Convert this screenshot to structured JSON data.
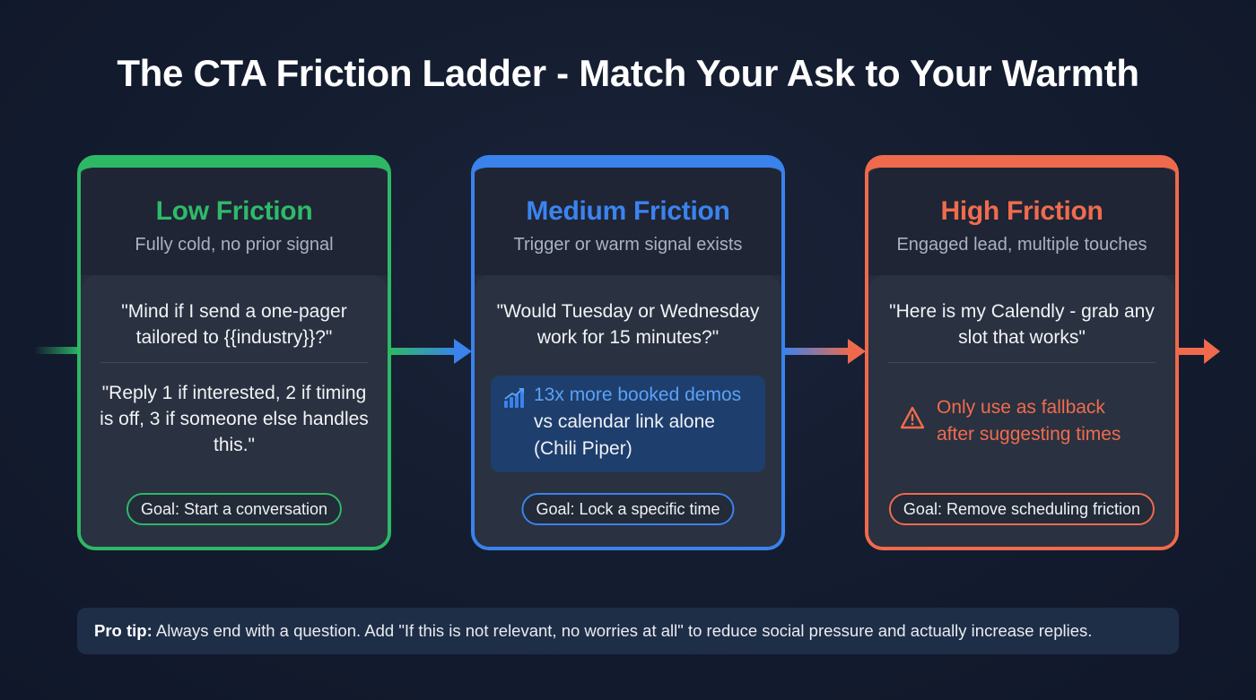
{
  "title": "The CTA Friction Ladder - Match Your Ask to Your Warmth",
  "colors": {
    "low": "#2db866",
    "medium": "#3a82ec",
    "high": "#ef6a4c",
    "background": "#131b2e"
  },
  "cards": [
    {
      "level": "low",
      "title": "Low Friction",
      "subtitle": "Fully cold, no prior signal",
      "quotes": [
        "\"Mind if I send a one-pager tailored to {{industry}}?\"",
        "\"Reply 1 if interested, 2 if timing is off, 3 if someone else handles this.\""
      ],
      "goal": "Goal: Start a conversation"
    },
    {
      "level": "medium",
      "title": "Medium Friction",
      "subtitle": "Trigger or warm signal exists",
      "quotes": [
        "\"Would Tuesday or Wednesday work for 15 minutes?\""
      ],
      "stat": {
        "icon": "chart-growth-icon",
        "line1": "13x more booked demos",
        "line2": "vs calendar link alone",
        "line3": "(Chili Piper)"
      },
      "goal": "Goal: Lock a specific time"
    },
    {
      "level": "high",
      "title": "High Friction",
      "subtitle": "Engaged lead, multiple touches",
      "quotes": [
        "\"Here is my Calendly - grab any slot that works\""
      ],
      "warning": {
        "icon": "warning-triangle-icon",
        "line1": "Only use as fallback",
        "line2": "after suggesting times"
      },
      "goal": "Goal: Remove scheduling friction"
    }
  ],
  "tip": {
    "label": "Pro tip:",
    "text": " Always end with a question. Add \"If this is not relevant, no worries at all\" to reduce social pressure and actually increase replies."
  }
}
